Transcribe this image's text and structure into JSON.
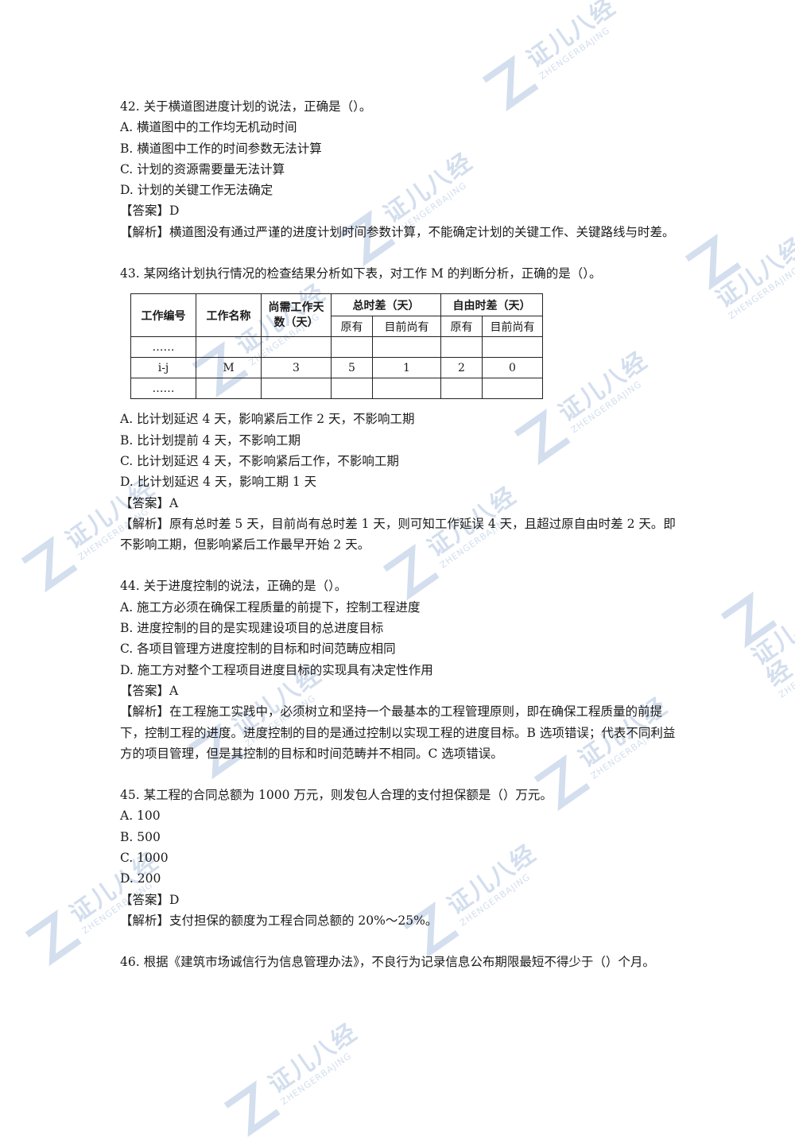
{
  "watermark": {
    "cn": "证儿八经",
    "en": "ZHENGERBAJING",
    "color": "#3b6fb6"
  },
  "q42": {
    "stem": "42. 关于横道图进度计划的说法，正确是（）。",
    "options": [
      "A. 横道图中的工作均无机动时间",
      "B. 横道图中工作的时间参数无法计算",
      "C. 计划的资源需要量无法计算",
      "D. 计划的关键工作无法确定"
    ],
    "answer": "【答案】D",
    "analysis": "【解析】横道图没有通过严谨的进度计划时间参数计算，不能确定计划的关键工作、关键路线与时差。"
  },
  "q43": {
    "stem": "43. 某网络计划执行情况的检查结果分析如下表，对工作 M 的判断分析，正确的是（）。",
    "table": {
      "headers": {
        "col_id": "工作编号",
        "col_name": "工作名称",
        "col_need": "尚需工作天数（天）",
        "col_total": "总时差（天）",
        "col_free": "自由时差（天）",
        "sub_orig": "原有",
        "sub_now": "目前尚有"
      },
      "rows": [
        [
          "……",
          "",
          "",
          "",
          "",
          "",
          ""
        ],
        [
          "i-j",
          "M",
          "3",
          "5",
          "1",
          "2",
          "0"
        ],
        [
          "……",
          "",
          "",
          "",
          "",
          "",
          ""
        ]
      ]
    },
    "options": [
      "A. 比计划延迟 4 天，影响紧后工作 2 天，不影响工期",
      "B. 比计划提前 4 天，不影响工期",
      "C. 比计划延迟 4 天，不影响紧后工作，不影响工期",
      "D. 比计划延迟 4 天，影响工期 1 天"
    ],
    "answer": "【答案】A",
    "analysis": "【解析】原有总时差 5 天，目前尚有总时差 1 天，则可知工作延误 4 天，且超过原自由时差 2 天。即不影响工期，但影响紧后工作最早开始 2 天。"
  },
  "q44": {
    "stem": "44. 关于进度控制的说法，正确的是（）。",
    "options": [
      "A. 施工方必须在确保工程质量的前提下，控制工程进度",
      "B. 进度控制的目的是实现建设项目的总进度目标",
      "C. 各项目管理方进度控制的目标和时间范畴应相同",
      "D. 施工方对整个工程项目进度目标的实现具有决定性作用"
    ],
    "answer": "【答案】A",
    "analysis": "【解析】在工程施工实践中，必须树立和坚持一个最基本的工程管理原则，即在确保工程质量的前提下，控制工程的进度。进度控制的目的是通过控制以实现工程的进度目标。B 选项错误；代表不同利益方的项目管理，但是其控制的目标和时间范畴并不相同。C 选项错误。"
  },
  "q45": {
    "stem": "45. 某工程的合同总额为 1000 万元，则发包人合理的支付担保额是（）万元。",
    "options": [
      "A. 100",
      "B. 500",
      "C. 1000",
      "D. 200"
    ],
    "answer": "【答案】D",
    "analysis": "【解析】支付担保的额度为工程合同总额的 20%～25%。"
  },
  "q46": {
    "stem": "46. 根据《建筑市场诚信行为信息管理办法》，不良行为记录信息公布期限最短不得少于（）个月。"
  }
}
